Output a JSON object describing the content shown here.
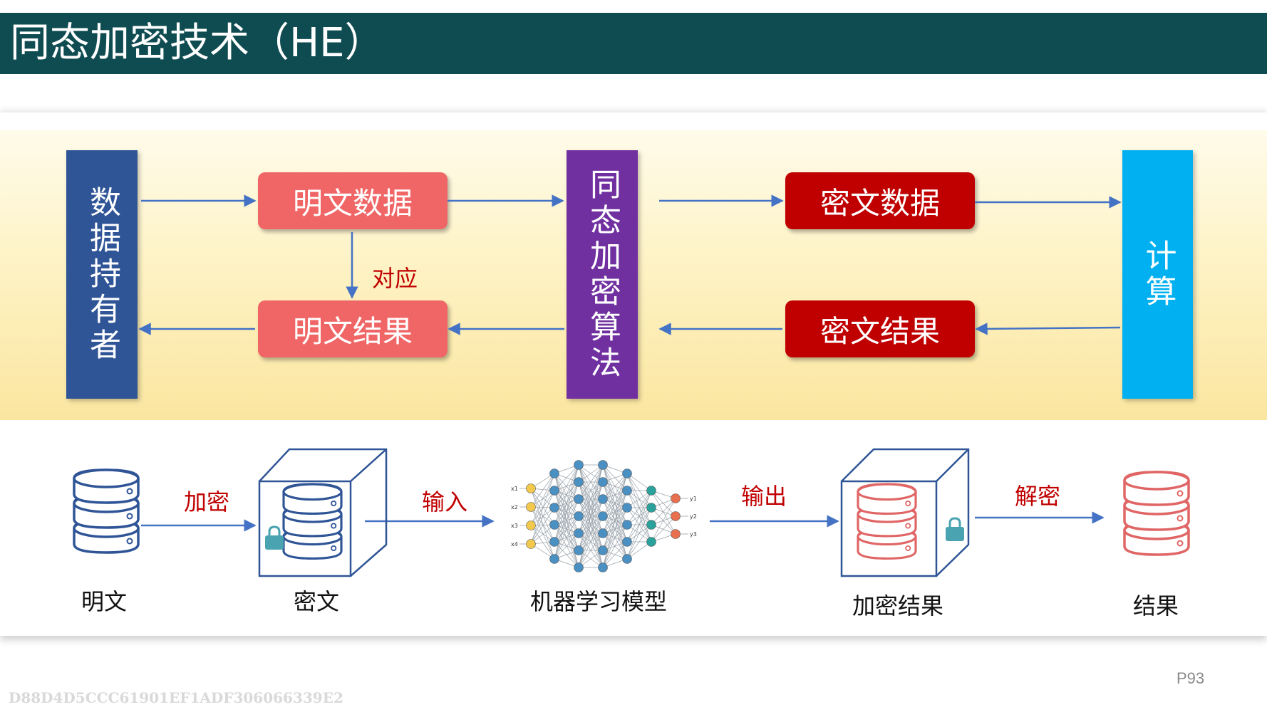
{
  "header": {
    "title": "同态加密技术（HE）"
  },
  "top_flow": {
    "data_owner": "数据持有者",
    "he_algorithm": "同态加密算法",
    "compute": "计算",
    "plaintext_data": "明文数据",
    "plaintext_result": "明文结果",
    "ciphertext_data": "密文数据",
    "ciphertext_result": "密文结果",
    "correspond_label": "对应"
  },
  "bottom_flow": {
    "plaintext_caption": "明文",
    "encrypt_label": "加密",
    "ciphertext_caption": "密文",
    "input_label": "输入",
    "model_caption": "机器学习模型",
    "output_label": "输出",
    "encrypted_result_caption": "加密结果",
    "decrypt_label": "解密",
    "result_caption": "结果",
    "nn_inputs": [
      "x1",
      "x2",
      "x3",
      "x4"
    ],
    "nn_outputs": [
      "y1",
      "y2",
      "y3"
    ]
  },
  "footer": {
    "page_number": "P93",
    "watermark": "D88D4D5CCC61901EF1ADF306066339E2"
  },
  "colors": {
    "title_bar": "#0f4c51",
    "data_owner_box": "#2f5597",
    "he_box": "#7030a0",
    "compute_box": "#00b0f0",
    "plaintext_box": "#f06666",
    "ciphertext_box": "#c00000",
    "arrow": "#4472c4",
    "db_blue": "#2f5597",
    "db_red": "#e06666",
    "lock": "#4aa3b0"
  },
  "icons": {
    "database": "database-icon",
    "lock": "lock-icon",
    "cube": "cube-icon",
    "network": "neural-network-icon"
  }
}
